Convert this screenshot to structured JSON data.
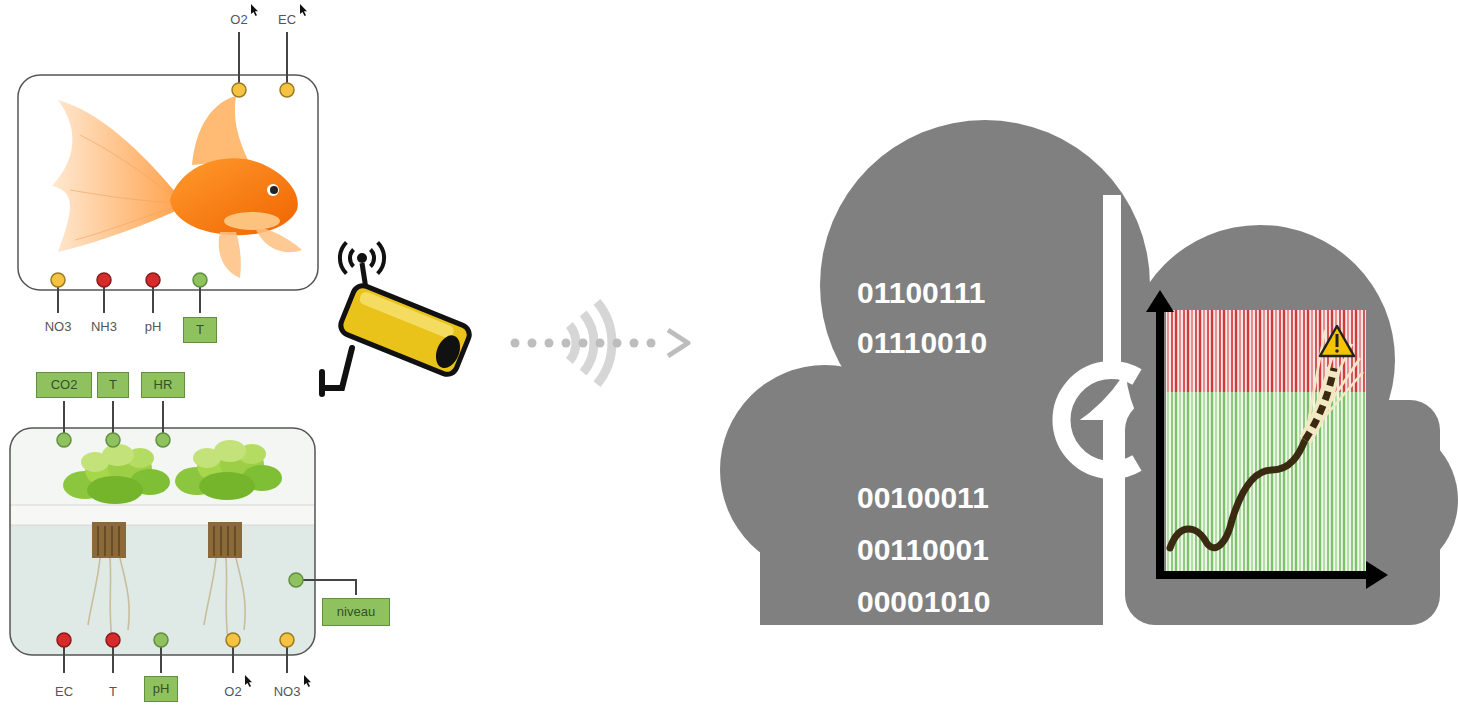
{
  "diagram": {
    "nodes": [
      {
        "text": [
          "T"
        ]
      },
      {
        "text": [
          "CO2"
        ]
      },
      {
        "text": [
          "T"
        ]
      },
      {
        "text": [
          "HR"
        ]
      },
      {
        "text": [
          "niveau"
        ]
      },
      {
        "text": [
          "pH"
        ]
      },
      {
        "text": [
          "01100111",
          "01110010",
          "00100011",
          "00110001",
          "00001010"
        ]
      }
    ],
    "labels": [
      "O2",
      "EC",
      "NO3",
      "NH3",
      "pH",
      "EC",
      "T",
      "O2",
      "NO3"
    ]
  }
}
